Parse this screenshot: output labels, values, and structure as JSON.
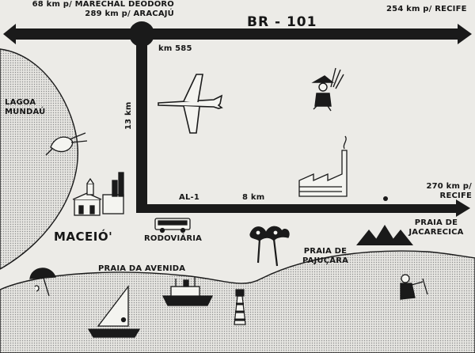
{
  "map": {
    "highway_name": "BR - 101",
    "west_destinations": [
      "68 km p/ MARECHAL DEODORO",
      "289 km p/ ARACAJÚ"
    ],
    "east_destination_top": "254 km p/ RECIFE",
    "junction_km": "km 585",
    "connector_length": "13 km",
    "local_road_name": "AL-1",
    "local_road_length": "8 km",
    "east_destination_bottom": [
      "270 km p/",
      "RECIFE"
    ],
    "lagoon": [
      "LAGOA",
      "MUNDAÚ"
    ],
    "city": "MACEIÓ'",
    "bus_station": "RODOVIÁRIA",
    "beach_jacarecica": [
      "PRAIA DE",
      "JACARECICA"
    ],
    "beach_pajucara": [
      "PRAIA DE",
      "PAJUÇARA"
    ],
    "beach_avenida": "PRAIA DA AVENIDA"
  },
  "icons": [
    "airplane-icon",
    "sugarcane-worker-icon",
    "factory-icon",
    "shrimp-icon",
    "church-houses-icon",
    "bus-icon",
    "palm-trees-icon",
    "mountains-logo-icon",
    "sun-umbrella-icon",
    "diver-icon",
    "ship-icon",
    "lighthouse-icon",
    "sailboat-icon"
  ],
  "colors": {
    "ink": "#1a1a1a",
    "paper": "#ecebe7",
    "hatch": "#9a9a9a"
  }
}
